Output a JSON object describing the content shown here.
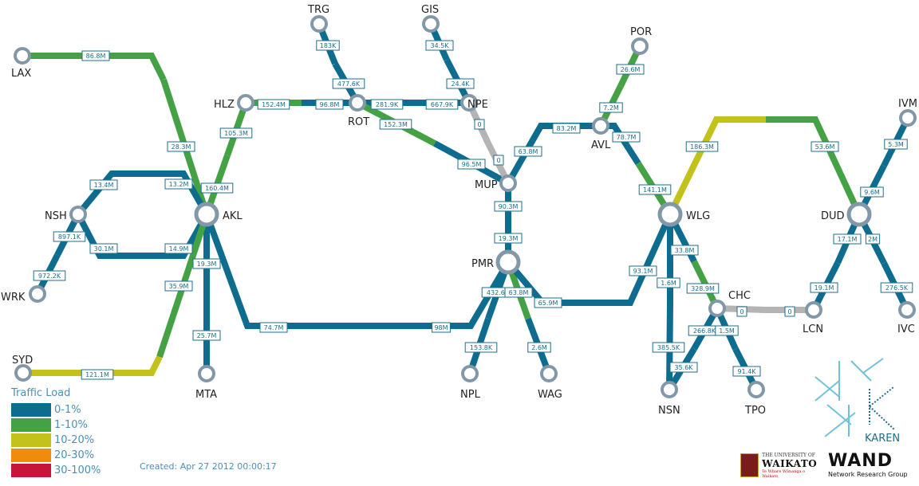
{
  "nodes": [
    {
      "id": "LAX",
      "label": "LAX"
    },
    {
      "id": "HLZ",
      "label": "HLZ"
    },
    {
      "id": "TRG",
      "label": "TRG"
    },
    {
      "id": "GIS",
      "label": "GIS"
    },
    {
      "id": "ROT",
      "label": "ROT"
    },
    {
      "id": "NPE",
      "label": "NPE"
    },
    {
      "id": "POR",
      "label": "POR"
    },
    {
      "id": "AVL",
      "label": "AVL"
    },
    {
      "id": "IVM",
      "label": "IVM"
    },
    {
      "id": "NSH",
      "label": "NSH"
    },
    {
      "id": "AKL",
      "label": "AKL"
    },
    {
      "id": "MUP",
      "label": "MUP"
    },
    {
      "id": "WLG",
      "label": "WLG"
    },
    {
      "id": "DUD",
      "label": "DUD"
    },
    {
      "id": "WRK",
      "label": "WRK"
    },
    {
      "id": "PMR",
      "label": "PMR"
    },
    {
      "id": "CHC",
      "label": "CHC"
    },
    {
      "id": "LCN",
      "label": "LCN"
    },
    {
      "id": "IVC",
      "label": "IVC"
    },
    {
      "id": "SYD",
      "label": "SYD"
    },
    {
      "id": "MTA",
      "label": "MTA"
    },
    {
      "id": "NPL",
      "label": "NPL"
    },
    {
      "id": "WAG",
      "label": "WAG"
    },
    {
      "id": "NSN",
      "label": "NSN"
    },
    {
      "id": "TPO",
      "label": "TPO"
    }
  ],
  "links": [
    {
      "id": "lax-akl",
      "label": "86.8M",
      "load": "1-10%"
    },
    {
      "id": "lax-akl-2",
      "label": "28.3M",
      "load": "1-10%"
    },
    {
      "id": "trg-rot",
      "label": "183K",
      "load": "0-1%"
    },
    {
      "id": "trg-rot-2",
      "label": "477.6K",
      "load": "0-1%"
    },
    {
      "id": "gis-npe",
      "label": "34.5K",
      "load": "0-1%"
    },
    {
      "id": "gis-npe-2",
      "label": "24.4K",
      "load": "0-1%"
    },
    {
      "id": "hlz-rot",
      "label": "152.4M",
      "load": "1-10%"
    },
    {
      "id": "hlz-rot-2",
      "label": "96.8M",
      "load": "0-1%"
    },
    {
      "id": "rot-npe",
      "label": "281.9K",
      "load": "0-1%"
    },
    {
      "id": "rot-npe-2",
      "label": "667.9K",
      "load": "0-1%"
    },
    {
      "id": "rot-mup",
      "label": "152.3M",
      "load": "1-10%"
    },
    {
      "id": "rot-mup-2",
      "label": "96.5M",
      "load": "0-1%"
    },
    {
      "id": "npe-mup",
      "label": "0",
      "load": "idle"
    },
    {
      "id": "npe-mup-2",
      "label": "0",
      "load": "idle"
    },
    {
      "id": "hlz-akl",
      "label": "105.3M",
      "load": "1-10%"
    },
    {
      "id": "hlz-akl-2",
      "label": "160.4M",
      "load": "1-10%"
    },
    {
      "id": "por-avl",
      "label": "26.6M",
      "load": "1-10%"
    },
    {
      "id": "por-avl-2",
      "label": "7.2M",
      "load": "1-10%"
    },
    {
      "id": "mup-avl",
      "label": "63.8M",
      "load": "0-1%"
    },
    {
      "id": "mup-avl-2",
      "label": "83.2M",
      "load": "0-1%"
    },
    {
      "id": "avl-wlg",
      "label": "78.7M",
      "load": "0-1%"
    },
    {
      "id": "avl-wlg-2",
      "label": "141.1M",
      "load": "1-10%"
    },
    {
      "id": "nsh-akl",
      "label": "13.4M",
      "load": "0-1%"
    },
    {
      "id": "nsh-akl-2",
      "label": "13.2M",
      "load": "0-1%"
    },
    {
      "id": "nsh-akl-3",
      "label": "30.1M",
      "load": "0-1%"
    },
    {
      "id": "nsh-akl-4",
      "label": "14.9M",
      "load": "0-1%"
    },
    {
      "id": "nsh-wrk",
      "label": "897.1K",
      "load": "0-1%"
    },
    {
      "id": "nsh-wrk-2",
      "label": "972.2K",
      "load": "0-1%"
    },
    {
      "id": "akl-mta",
      "label": "19.3M",
      "load": "0-1%"
    },
    {
      "id": "akl-mta-2",
      "label": "25.7M",
      "load": "0-1%"
    },
    {
      "id": "akl-syd",
      "label": "35.9M",
      "load": "1-10%"
    },
    {
      "id": "akl-syd-2",
      "label": "121.1M",
      "load": "10-20%"
    },
    {
      "id": "akl-pmr",
      "label": "74.7M",
      "load": "0-1%"
    },
    {
      "id": "akl-pmr-2",
      "label": "98M",
      "load": "0-1%"
    },
    {
      "id": "mup-pmr",
      "label": "90.3M",
      "load": "0-1%"
    },
    {
      "id": "mup-pmr-2",
      "label": "19.3M",
      "load": "0-1%"
    },
    {
      "id": "pmr-npl",
      "label": "432.6K",
      "load": "0-1%"
    },
    {
      "id": "pmr-npl-2",
      "label": "153.8K",
      "load": "0-1%"
    },
    {
      "id": "pmr-wag",
      "label": "63.8M",
      "load": "1-10%"
    },
    {
      "id": "pmr-wag-2",
      "label": "2.6M",
      "load": "0-1%"
    },
    {
      "id": "pmr-wlg",
      "label": "65.9M",
      "load": "0-1%"
    },
    {
      "id": "pmr-wlg-2",
      "label": "93.1M",
      "load": "0-1%"
    },
    {
      "id": "wlg-dud",
      "label": "186.3M",
      "load": "10-20%"
    },
    {
      "id": "wlg-dud-2",
      "label": "53.6M",
      "load": "1-10%"
    },
    {
      "id": "ivm-dud",
      "label": "5.3M",
      "load": "0-1%"
    },
    {
      "id": "ivm-dud-2",
      "label": "9.6M",
      "load": "0-1%"
    },
    {
      "id": "wlg-nsn",
      "label": "1.6M",
      "load": "0-1%"
    },
    {
      "id": "wlg-nsn-2",
      "label": "385.5K",
      "load": "0-1%"
    },
    {
      "id": "wlg-chc",
      "label": "33.8M",
      "load": "0-1%"
    },
    {
      "id": "wlg-chc-2",
      "label": "328.9M",
      "load": "1-10%"
    },
    {
      "id": "chc-lcn",
      "label": "0",
      "load": "idle"
    },
    {
      "id": "chc-lcn-2",
      "label": "0",
      "load": "idle"
    },
    {
      "id": "dud-lcn",
      "label": "17.1M",
      "load": "0-1%"
    },
    {
      "id": "dud-lcn-2",
      "label": "19.1M",
      "load": "0-1%"
    },
    {
      "id": "dud-ivc",
      "label": "2M",
      "load": "0-1%"
    },
    {
      "id": "dud-ivc-2",
      "label": "276.5K",
      "load": "0-1%"
    },
    {
      "id": "chc-nsn",
      "label": "266.8K",
      "load": "0-1%"
    },
    {
      "id": "chc-nsn-2",
      "label": "35.6K",
      "load": "0-1%"
    },
    {
      "id": "chc-tpo",
      "label": "1.5M",
      "load": "0-1%"
    },
    {
      "id": "chc-tpo-2",
      "label": "91.4K",
      "load": "0-1%"
    }
  ],
  "legend": {
    "title": "Traffic Load",
    "items": [
      {
        "label": "0-1%",
        "color": "#0e6d8e"
      },
      {
        "label": "1-10%",
        "color": "#44a245"
      },
      {
        "label": "10-20%",
        "color": "#c3c21a"
      },
      {
        "label": "20-30%",
        "color": "#f08c0c"
      },
      {
        "label": "30-100%",
        "color": "#c8143a"
      }
    ]
  },
  "colors": {
    "idle": "#b4b4b4",
    "node_ring": "#8298a8",
    "label_border": "#1c6e8a"
  },
  "footer": {
    "created": "Created: Apr 27 2012 00:00:17"
  },
  "logos": {
    "waikato_small": "THE UNIVERSITY OF",
    "waikato_big": "WAIKATO",
    "waikato_tag": "Te Whare Wānanga o Waikato",
    "wand_word": "WAND",
    "wand_sub": "Network Research Group",
    "karen_word": "KAREN"
  }
}
